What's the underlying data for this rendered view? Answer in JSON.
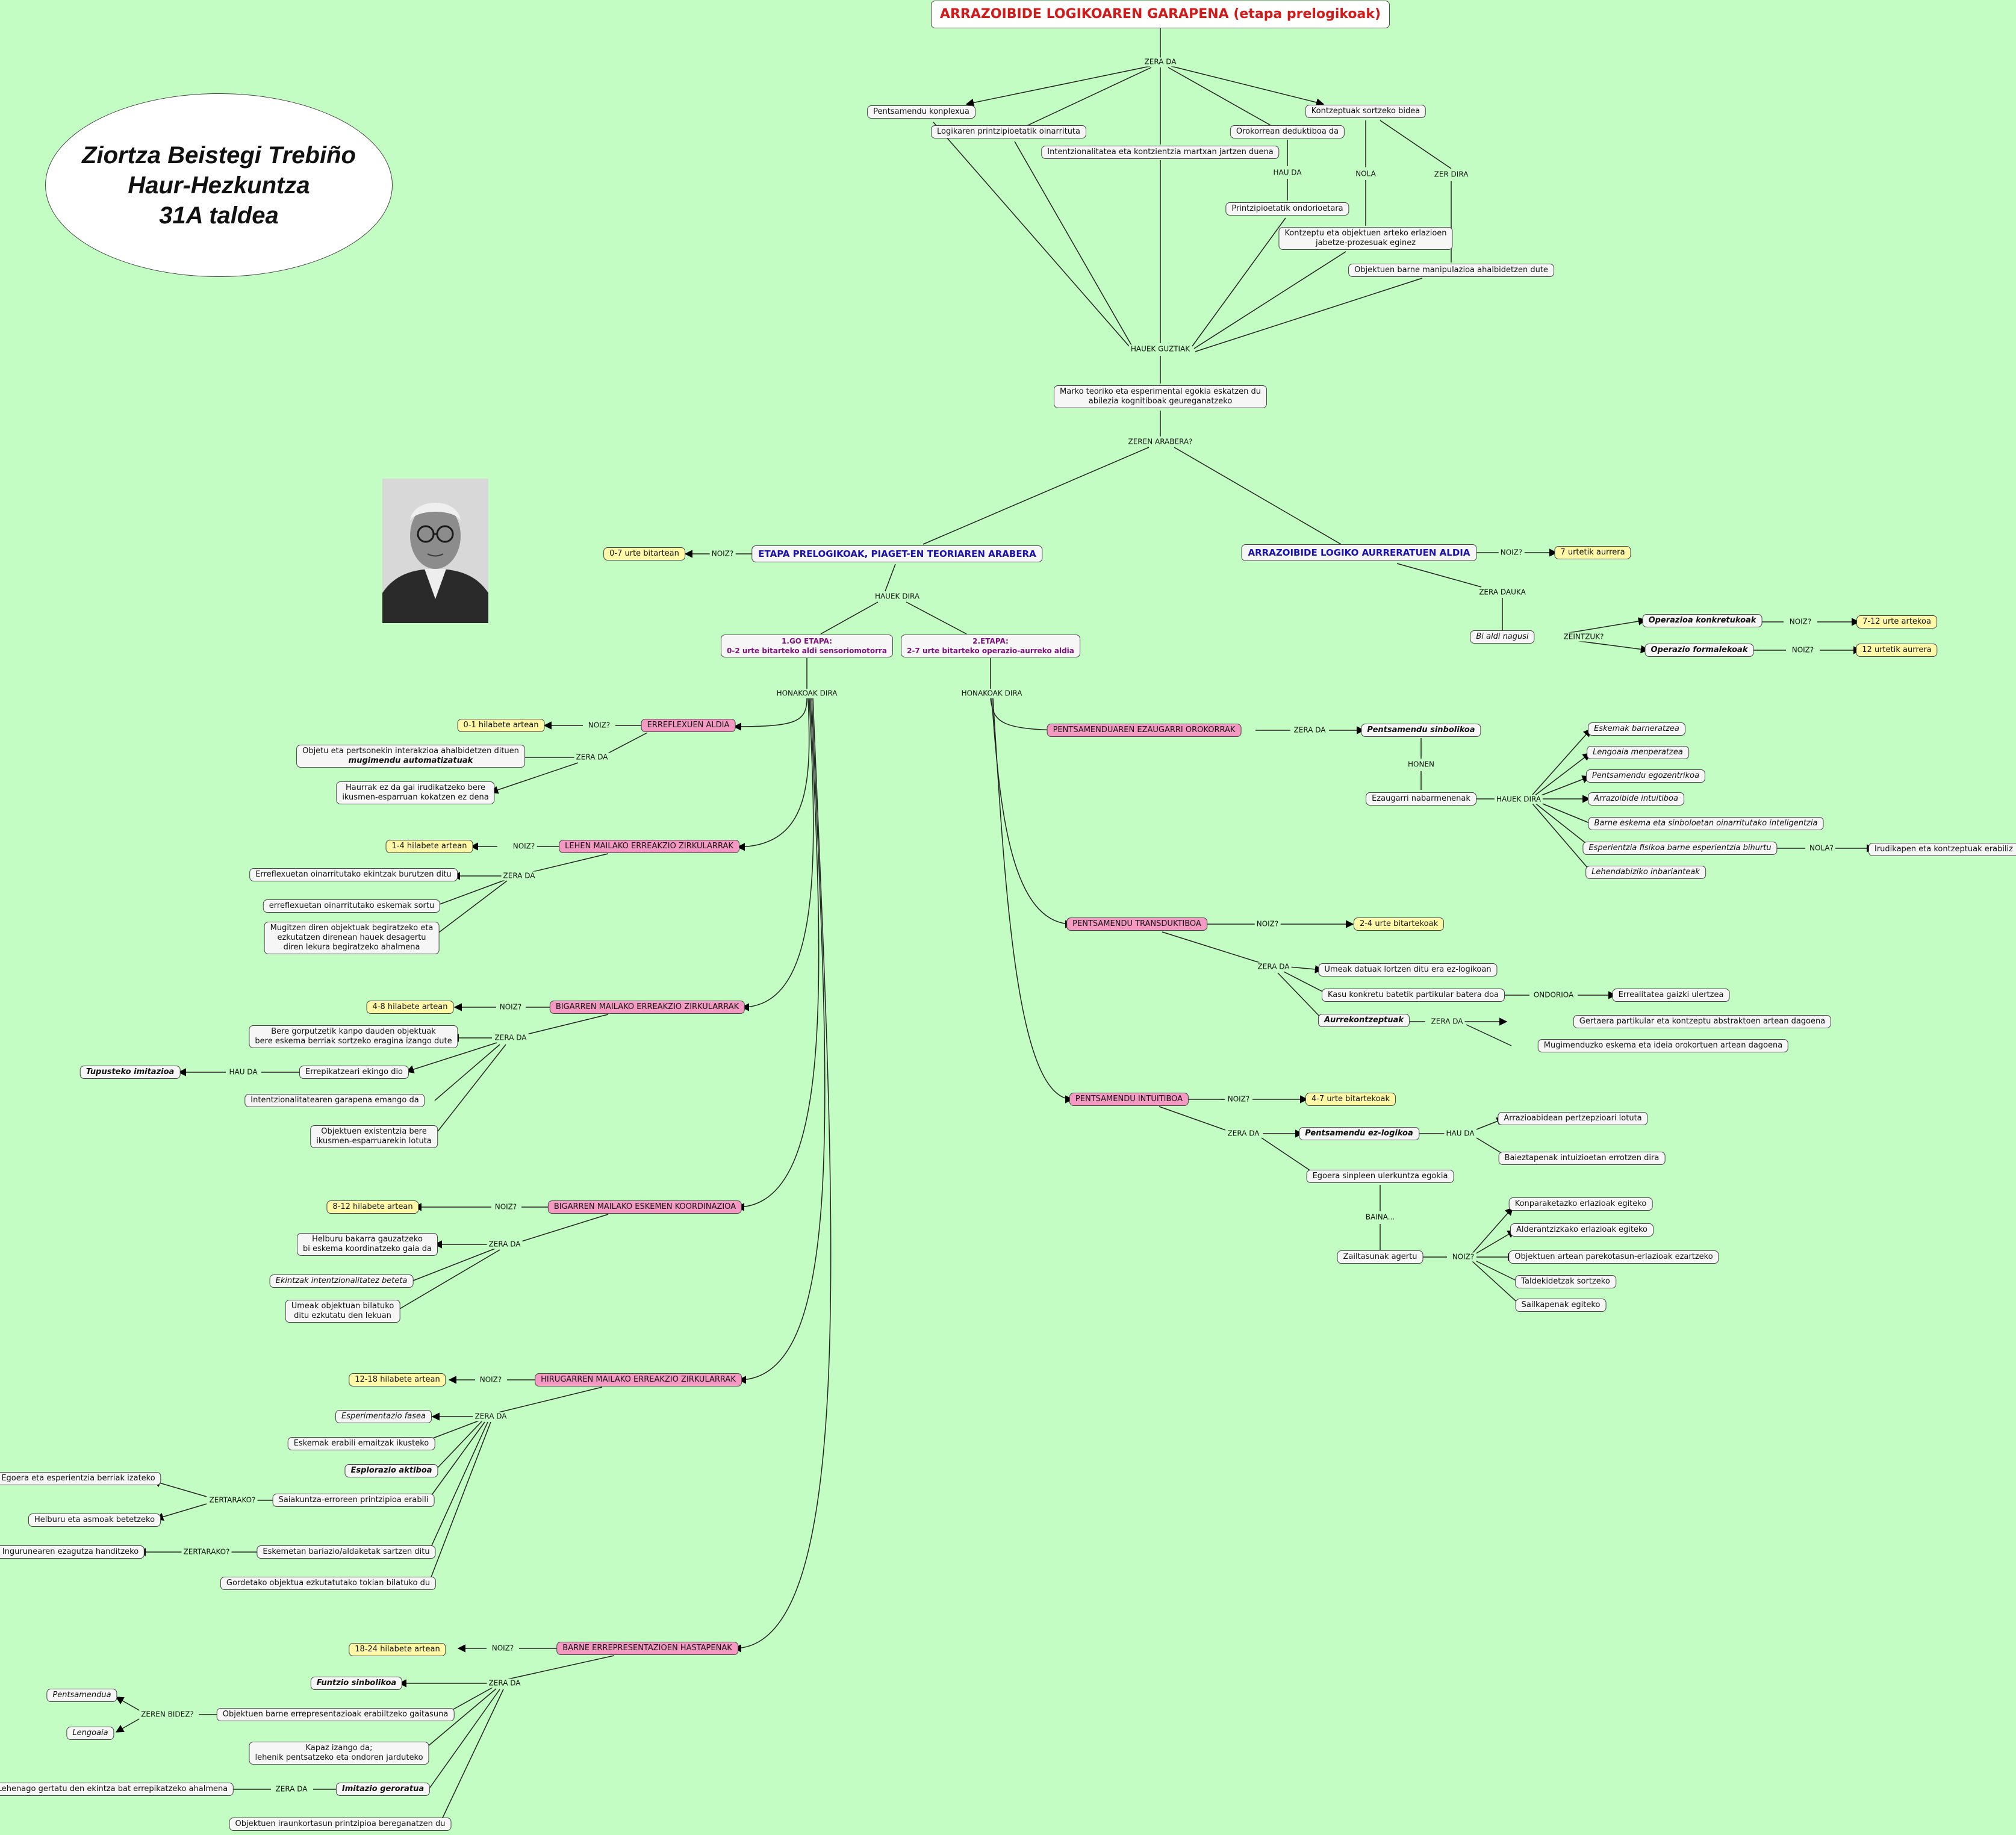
{
  "author": {
    "line1": "Ziortza Beistegi Trebiño",
    "line2": "Haur-Hezkuntza",
    "line3": "31A taldea"
  },
  "portrait": {
    "label": "Jean Piaget portrait"
  },
  "nodes": {
    "title": "ARRAZOIBIDE LOGIKOAREN GARAPENA (etapa prelogikoak)",
    "n_pk": "Pentsamendu konplexua",
    "n_lpo": "Logikaren printzipioetatik oinarrituta",
    "n_int": "Intentzionalitatea eta kontzientzia martxan jartzen duena",
    "n_ded": "Orokorrean deduktiboa da",
    "n_kont": "Kontzeptuak sortzeko bidea",
    "n_prin": "Printzipioetatik ondorioetara",
    "n_kej": "Kontzeptu eta objektuen arteko erlazioen\njabetze-prozesuak eginez",
    "n_obm": "Objektuen barne manipulazioa ahalbidetzen dute",
    "n_marko": "Marko teoriko eta esperimental egokia eskatzen du\nabilezia kognitiboak geureganatzeko",
    "n_etp": "ETAPA PRELOGIKOAK, PIAGET-EN TEORIAREN ARABERA",
    "n_0_7": "0-7 urte bitartean",
    "n_alr": "ARRAZOIBIDE LOGIKO AURRERATUEN ALDIA",
    "n_7ur": "7 urtetik aurrera",
    "n_bia": "Bi aldi nagusi",
    "n_opk": "Operazioa konkretukoak",
    "n_opf": "Operazio formalekoak",
    "n_712": "7-12 urte artekoa",
    "n_12u": "12 urtetik aurrera",
    "n_e1_l1": "1.GO ETAPA:",
    "n_e1_l2": "0-2 urte bitarteko aldi sensoriomotorra",
    "n_e2_l1": "2.ETAPA:",
    "n_e2_l2": "2-7 urte bitarteko operazio-aurreko aldia",
    "n_err": "ERREFLEXUEN ALDIA",
    "n_01h": "0-1 hilabete artean",
    "n_obj1a": "Objetu eta pertsonekin interakzioa ahalbidetzen dituen",
    "n_obj1b": "mugimendu automatizatuak",
    "n_hau": "Haurrak ez da gai irudikatzeko bere\nikusmen-esparruan kokatzen ez dena",
    "n_lmz": "LEHEN MAILAKO ERREAKZIO ZIRKULARRAK",
    "n_14h": "1-4 hilabete artean",
    "n_eoe": "Erreflexuetan oinarritutako ekintzak burutzen ditu",
    "n_eoes": "erreflexuetan oinarritutako eskemak sortu",
    "n_mug": "Mugitzen diren objektuak begiratzeko eta\nezkutatzen direnean hauek desagertu\ndiren lekura begiratzeko ahalmena",
    "n_bmz": "BIGARREN MAILAKO ERREAKZIO ZIRKULARRAK",
    "n_48h": "4-8 hilabete artean",
    "n_bgk": "Bere gorputzetik kanpo dauden objektuak\nbere eskema berriak sortzeko eragina izango dute",
    "n_erp": "Errepikatzeari ekingo dio",
    "n_tup": "Tupusteko imitazioa",
    "n_ing": "Intentzionalitatearen garapena emango da",
    "n_obe": "Objektuen existentzia bere\nikusmen-esparruarekin lotuta",
    "n_bmek": "BIGARREN MAILAKO ESKEMEN KOORDINAZIOA",
    "n_812h": "8-12 hilabete artean",
    "n_hbg": "Helburu bakarra gauzatzeko\nbi eskema koordinatzeko gaia da",
    "n_eib": "Ekintzak intentzionalitatez beteta",
    "n_ume": "Umeak objektuan bilatuko\nditu ezkutatu den lekuan",
    "n_hmz": "HIRUGARREN MAILAKO ERREAKZIO ZIRKULARRAK",
    "n_1218h": "12-18 hilabete artean",
    "n_esp": "Esperimentazio fasea",
    "n_eei": "Eskemak erabili emaitzak ikusteko",
    "n_exa": "Esplorazio aktiboa",
    "n_sai": "Saiakuntza-erroreen printzipioa erabili",
    "n_ege": "Egoera eta esperientzia berriak izateko",
    "n_hea": "Helburu eta asmoak betetzeko",
    "n_esb": "Eskemetan bariazio/aldaketak sartzen ditu",
    "n_ing2": "Ingurunearen ezagutza handitzeko",
    "n_goe": "Gordetako objektua ezkutatutako tokian bilatuko du",
    "n_ber": "BARNE ERREPRESENTAZIOEN HASTAPENAK",
    "n_1824h": "18-24 hilabete artean",
    "n_fsi": "Funtzio sinbolikoa",
    "n_obb": "Objektuen barne errepresentazioak erabiltzeko gaitasuna",
    "n_pen": "Pentsamendua",
    "n_len": "Lengoaia",
    "n_kap": "Kapaz izango da;\nlehenik pentsatzeko eta ondoren jarduteko",
    "n_img": "Imitazio geroratua",
    "n_leh": "Lehenago gertatu den ekintza bat errepikatzeko ahalmena",
    "n_oip": "Objektuen iraunkortasun printzipioa bereganatzen du",
    "n_peo": "PENTSAMENDUAREN EZAUGARRI OROKORRAK",
    "n_psi": "Pentsamendu sinbolikoa",
    "n_ezn": "Ezaugarri nabarmenenak",
    "n_eba": "Eskemak barneratzea",
    "n_lme": "Lengoaia menperatzea",
    "n_peg": "Pentsamendu egozentrikoa",
    "n_arz": "Arrazoibide intuitiboa",
    "n_bes": "Barne eskema eta sinboloetan oinarritutako inteligentzia",
    "n_efb": "Esperientzia fisikoa barne esperientzia bihurtu",
    "n_irk": "Irudikapen eta kontzeptuak erabiliz",
    "n_leb": "Lehendabiziko inbarianteak",
    "n_ptr": "PENTSAMENDU TRANSDUKTIBOA",
    "n_24u": "2-4 urte bitartekoak",
    "n_udl": "Umeak datuak lortzen ditu era ez-logikoan",
    "n_kkb": "Kasu konkretu batetik partikular batera doa",
    "n_eg": "Errealitatea gaizki ulertzea",
    "n_auk": "Aurrekontzeptuak",
    "n_gpk": "Gertaera partikular eta kontzeptu abstraktoen artean dagoena",
    "n_mee": "Mugimenduzko eskema eta ideia orokortuen artean dagoena",
    "n_pin": "PENTSAMENDU INTUITIBOA",
    "n_47u": "4-7 urte bitartekoak",
    "n_pel": "Pentsamendu ez-logikoa",
    "n_apl": "Arrazioabidean pertzepzioari lotuta",
    "n_bie": "Baieztapenak intuizioetan errotzen dira",
    "n_esu": "Egoera sinpleen ulerkuntza egokia",
    "n_zai": "Zailtasunak agertu",
    "n_kon": "Konparaketazko erlazioak egiteko",
    "n_ald": "Alderantzizkako erlazioak egiteko",
    "n_oap": "Objektuen artean parekotasun-erlazioak ezartzeko",
    "n_tal": "Taldekidetzak sortzeko",
    "n_sai2": "Sailkapenak egiteko"
  },
  "links": {
    "l_zera": "ZERA DA",
    "l_haud1": "HAU DA",
    "l_nola": "NOLA",
    "l_zerd": "ZER DIRA",
    "l_hg": "HAUEK GUZTIAK",
    "l_za": "ZEREN ARABERA?",
    "l_noiz_l": "NOIZ?",
    "l_hd": "HAUEK DIRA",
    "l_noiz_r": "NOIZ?",
    "l_zda": "ZERA DAUKA",
    "l_zei": "ZEINTZUK?",
    "l_noiz_ok": "NOIZ?",
    "l_noiz_of": "NOIZ?",
    "l_hon1": "HONAKOAK DIRA",
    "l_hon2": "HONAKOAK DIRA",
    "l_noiz_err": "NOIZ?",
    "l_zera_err": "ZERA DA",
    "l_noiz_lmz": "NOIZ?",
    "l_zera_lmz": "ZERA DA",
    "l_noiz_bmz": "NOIZ?",
    "l_zera_bmz": "ZERA DA",
    "l_haud_bmz": "HAU DA",
    "l_noiz_bmek": "NOIZ?",
    "l_zera_bmek": "ZERA DA",
    "l_noiz_hmz": "NOIZ?",
    "l_zera_hmz": "ZERA DA",
    "l_zer1": "ZERTARAKO?",
    "l_zer2": "ZERTARAKO?",
    "l_noiz_ber": "NOIZ?",
    "l_zera_ber": "ZERA DA",
    "l_zbid": "ZEREN BIDEZ?",
    "l_zera_img": "ZERA DA",
    "l_zera_peo": "ZERA DA",
    "l_honen": "HONEN",
    "l_hd2": "HAUEK DIRA",
    "l_nola2": "NOLA?",
    "l_noiz_ptr": "NOIZ?",
    "l_zera_ptr": "ZERA DA",
    "l_ondo": "ONDORIOA",
    "l_zera_auk": "ZERA DA",
    "l_noiz_pin": "NOIZ?",
    "l_zera_pin": "ZERA DA",
    "l_haud_pin": "HAU DA",
    "l_baina": "BAINA...",
    "l_noiz_zai": "NOIZ?"
  }
}
